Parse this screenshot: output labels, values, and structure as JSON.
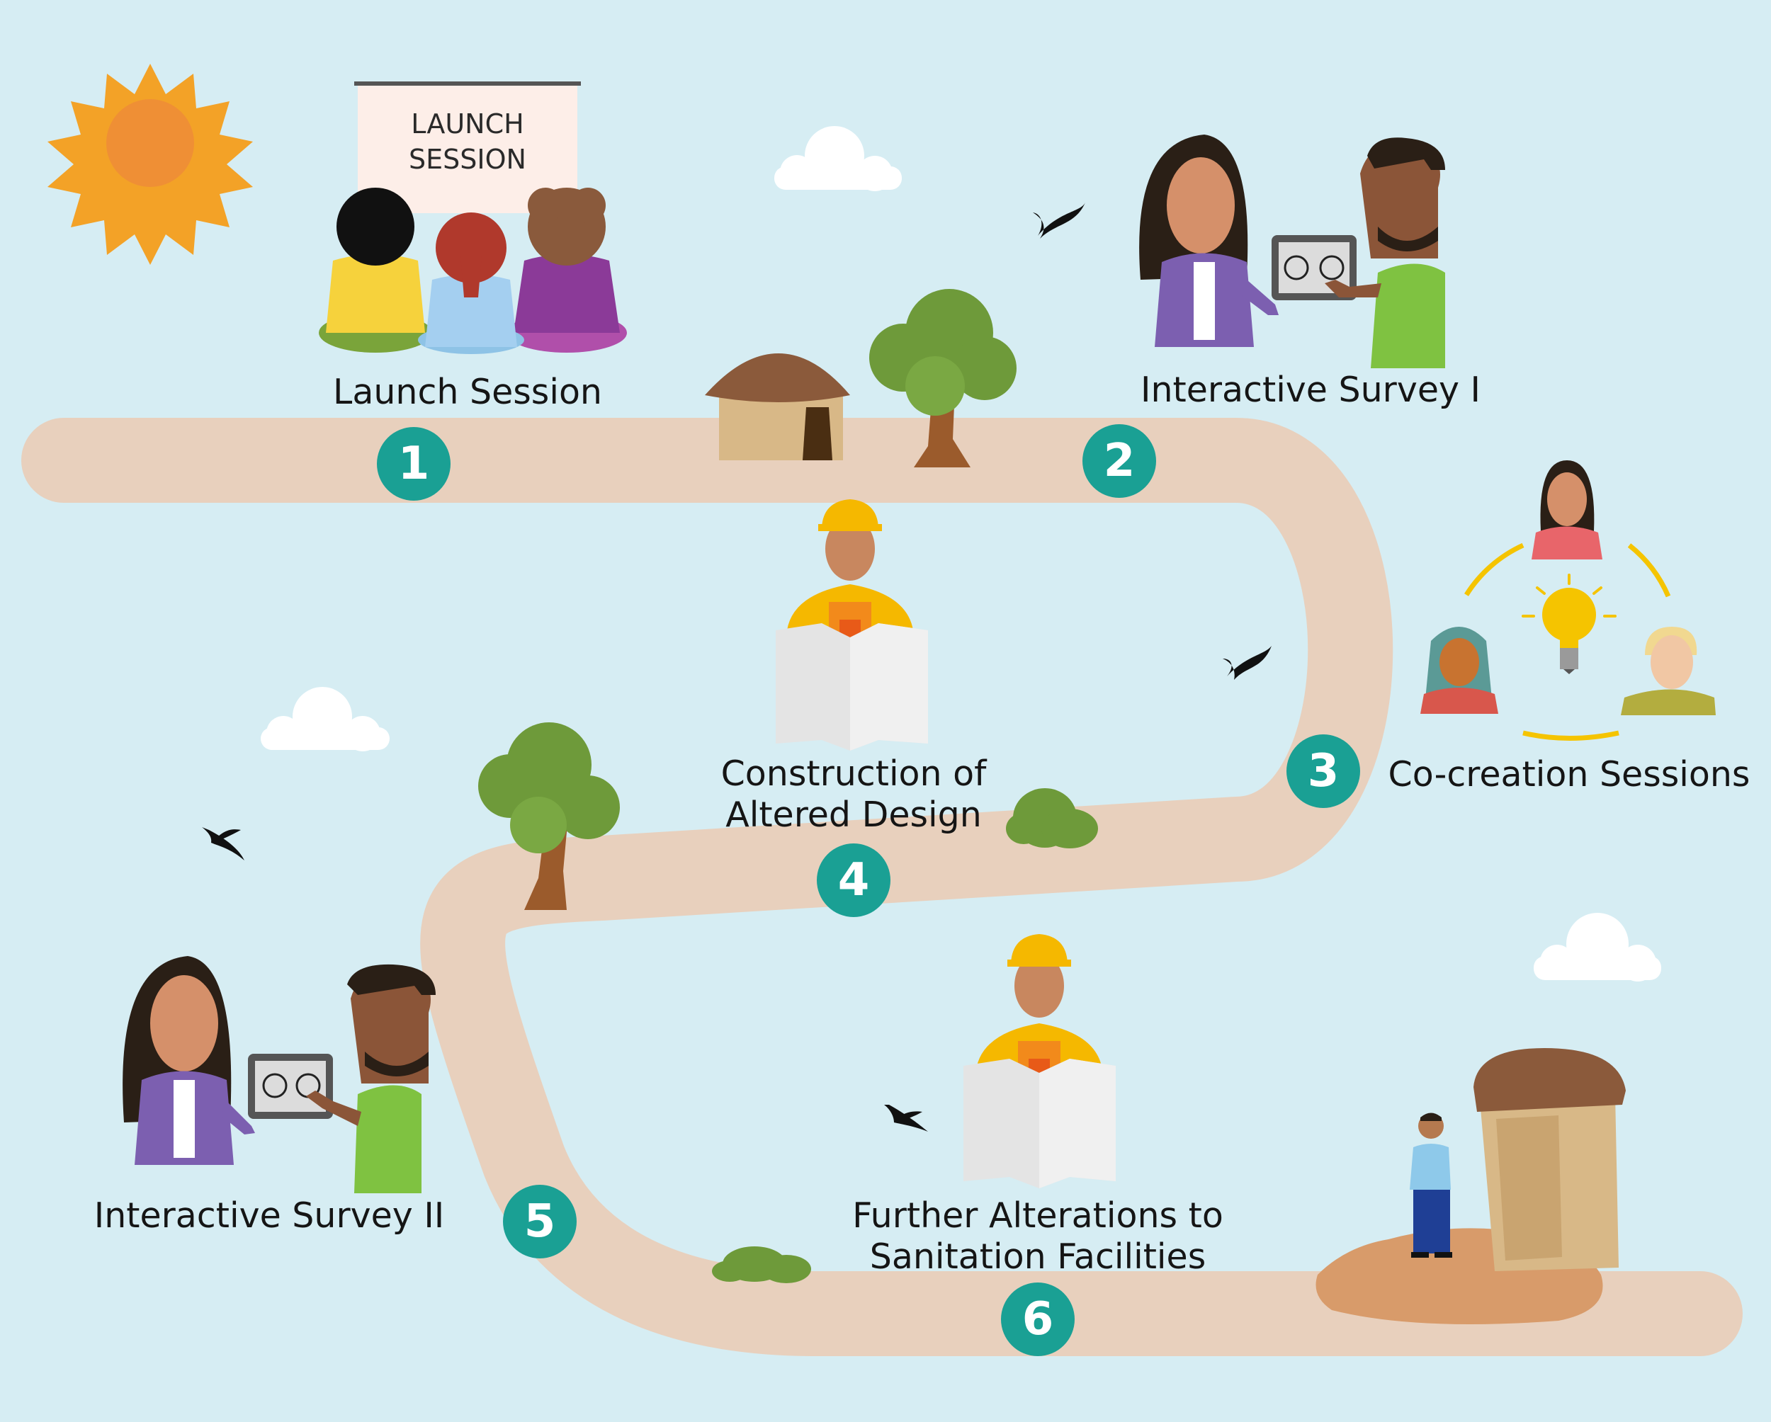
{
  "board": {
    "lines": [
      "LAUNCH",
      "SESSION"
    ]
  },
  "steps": [
    {
      "number": "1",
      "label": "Launch Session"
    },
    {
      "number": "2",
      "label": "Interactive Survey I"
    },
    {
      "number": "3",
      "label": "Co-creation Sessions"
    },
    {
      "number": "4",
      "label_lines": [
        "Construction of",
        "Altered Design"
      ]
    },
    {
      "number": "5",
      "label": "Interactive Survey II"
    },
    {
      "number": "6",
      "label_lines": [
        "Further Alterations to",
        "Sanitation Facilities"
      ]
    }
  ],
  "colors": {
    "sky": "#d6edf3",
    "path": "#e8d0bd",
    "badge": "#1aa094",
    "sun": "#f3a227",
    "helmet": "#f5b800",
    "tree": "#6e9a3a",
    "bird": "#111111"
  }
}
